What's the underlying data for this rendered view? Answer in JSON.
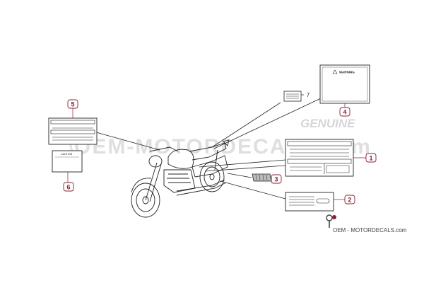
{
  "colors": {
    "line": "#222222",
    "callout": "#8a2030",
    "watermark": "#d4d4d4",
    "logo_text": "#444444"
  },
  "watermark": {
    "text": "OEM-MOTORDECALS.com",
    "genuine": "GENUINE"
  },
  "logo": {
    "text": "OEM - MOTORDECALS.com",
    "icon": "rider-icon"
  },
  "labels": {
    "warning": {
      "title": "WARNING",
      "icon": "warning-triangle-icon"
    },
    "caution": {
      "title": "CAUTION"
    }
  },
  "callouts": [
    "1",
    "2",
    "3",
    "4",
    "5",
    "6",
    "7"
  ]
}
